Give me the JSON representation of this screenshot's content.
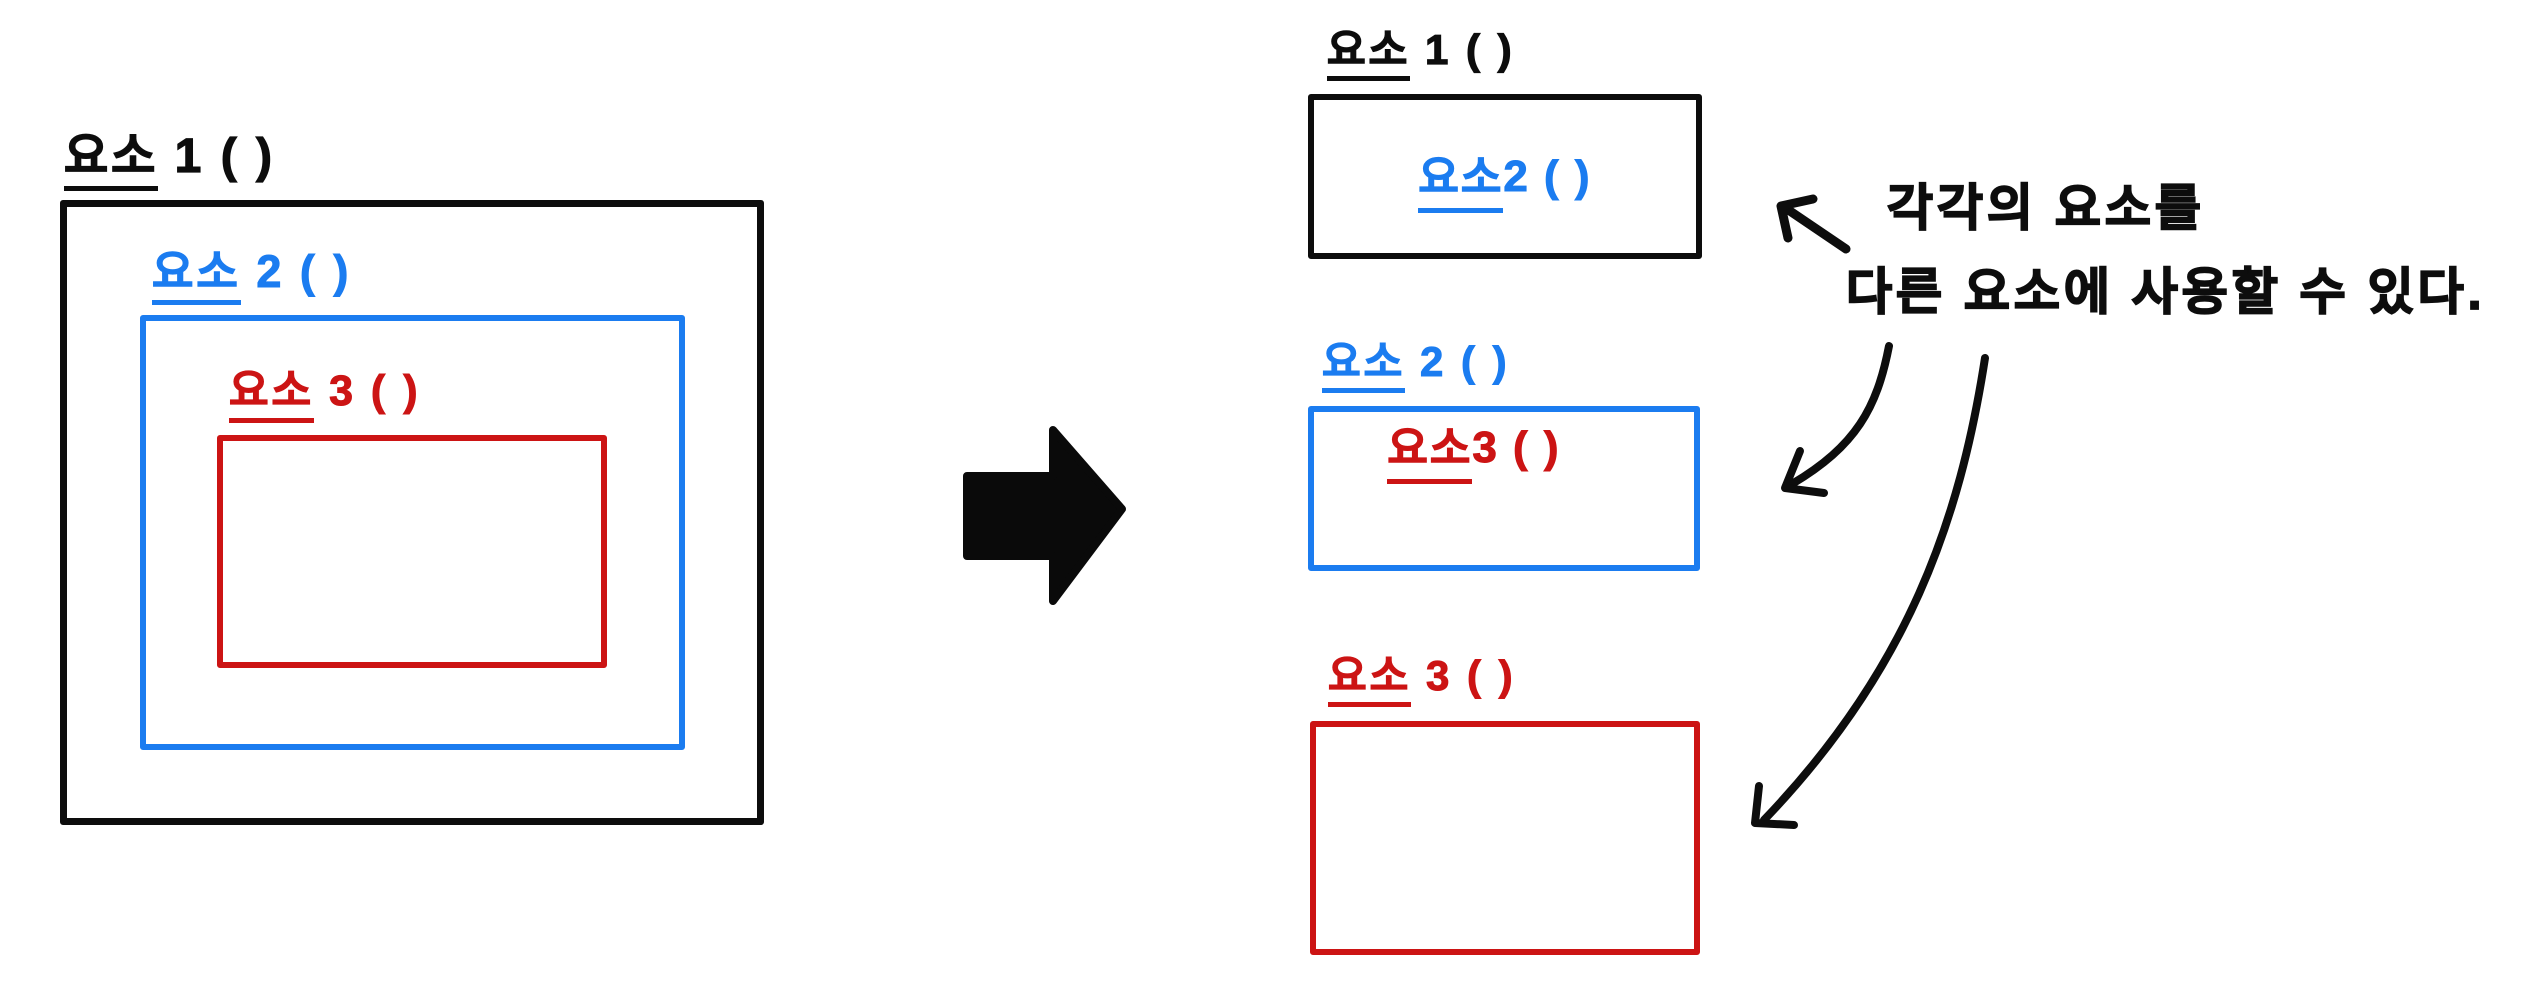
{
  "title": "hand-drawn diagram: nested elements refactored into separate reusable elements",
  "colors": {
    "ink": "#0d0d0d",
    "blue": "#1b7cf0",
    "red": "#cc1414",
    "background": "#ffffff"
  },
  "left_diagram": {
    "description": "three nested function boxes",
    "box1": {
      "label_u": "요소",
      "label_rest": " 1 ( )"
    },
    "box2": {
      "label_u": "요소",
      "label_rest": " 2 ( )"
    },
    "box3": {
      "label_u": "요소",
      "label_rest": " 3 ( )"
    }
  },
  "transform_arrow": {
    "icon": "right-block-arrow"
  },
  "right_diagram": {
    "description": "three separated function boxes, each referencing the next",
    "box1": {
      "label_u": "요소",
      "label_rest": " 1 ( )",
      "content_u": "요소",
      "content_rest": " 2 ( )"
    },
    "box2": {
      "label_u": "요소",
      "label_rest": " 2 ( )",
      "content_u": "요소",
      "content_rest": "3 ( )"
    },
    "box3": {
      "label_u": "요소",
      "label_rest": " 3 ( )"
    }
  },
  "annotation": {
    "pointer_icon": "up-left-arrow",
    "line1": "각각의 요소를",
    "line2": "다른 요소에 사용할 수 있다.",
    "arrow_to_box2_icon": "curved-down-left-arrow",
    "arrow_to_box3_icon": "curved-down-left-arrow"
  }
}
